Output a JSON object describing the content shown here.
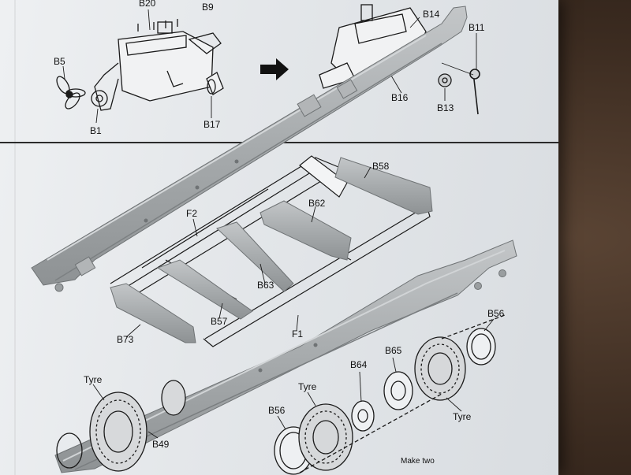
{
  "part_labels": {
    "b20": "B20",
    "b9": "B9",
    "b5": "B5",
    "b1": "B1",
    "b17": "B17",
    "b14": "B14",
    "b11": "B11",
    "b16": "B16",
    "b13": "B13",
    "b58": "B58",
    "f2": "F2",
    "b62": "B62",
    "b63": "B63",
    "b57": "B57",
    "b73": "B73",
    "f1": "F1",
    "b56_top": "B56",
    "b65": "B65",
    "b64": "B64",
    "tyre_left": "Tyre",
    "tyre_mid": "Tyre",
    "tyre_right": "Tyre",
    "b56_bottom": "B56",
    "b49": "B49"
  },
  "note": "Make two",
  "colors": {
    "sheet": "#e6e9ec",
    "sprue_grey": "#a9adb0",
    "line_art": "#1a1a1a",
    "table": "#3b2b20"
  }
}
